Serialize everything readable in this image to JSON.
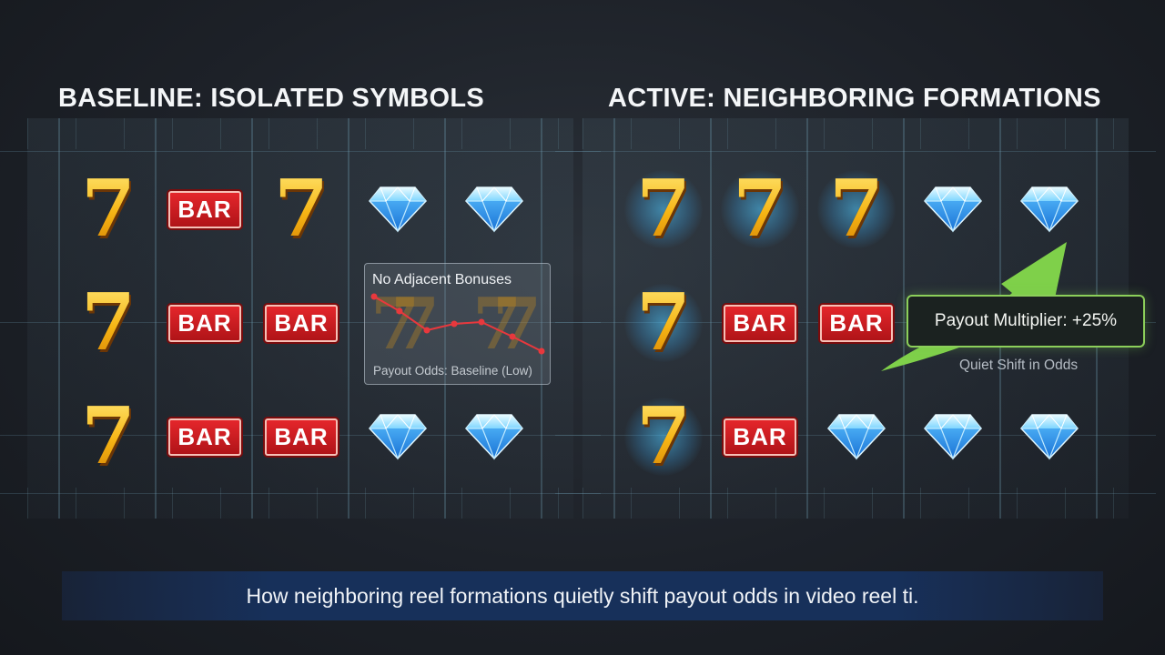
{
  "left_panel": {
    "title": "BASELINE: ISOLATED SYMBOLS",
    "reels": [
      [
        "seven",
        "bar",
        "seven",
        "diamond",
        "diamond"
      ],
      [
        "seven",
        "bar",
        "bar",
        "hidden",
        "hidden"
      ],
      [
        "seven",
        "bar",
        "bar",
        "diamond",
        "diamond"
      ]
    ],
    "tooltip": {
      "title": "No Adjacent Bonuses",
      "footer": "Payout Odds: Baseline (Low)"
    }
  },
  "right_panel": {
    "title": "ACTIVE: NEIGHBORING FORMATIONS",
    "reels": [
      [
        "seven",
        "seven",
        "seven",
        "diamond",
        "diamond"
      ],
      [
        "seven",
        "bar",
        "bar",
        "hidden",
        "hidden"
      ],
      [
        "seven",
        "bar",
        "diamond",
        "diamond",
        "diamond"
      ]
    ],
    "multiplier_label": "Payout Multiplier: +25%",
    "note": "Quiet Shift in Odds"
  },
  "symbols": {
    "seven": "7",
    "bar": "BAR"
  },
  "caption": "How neighboring reel formations quietly shift payout odds in video reel ti.",
  "colors": {
    "bar_red": "#c8181d",
    "seven_gold": "#f7b819",
    "glow_cyan": "#50c8ff",
    "arrow_green": "#7fd04a",
    "trend_red": "#e8383d"
  },
  "icons": {
    "diamond": "diamond-icon",
    "arrow": "up-right-arrow-icon",
    "trend": "downward-trend-line-icon"
  }
}
